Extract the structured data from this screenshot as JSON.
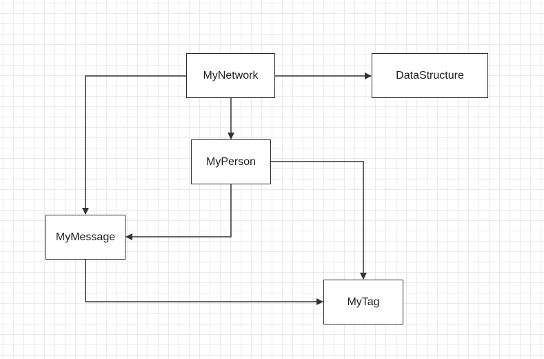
{
  "diagram": {
    "nodes": [
      {
        "id": "network",
        "label": "MyNetwork"
      },
      {
        "id": "datastructure",
        "label": "DataStructure"
      },
      {
        "id": "person",
        "label": "MyPerson"
      },
      {
        "id": "message",
        "label": "MyMessage"
      },
      {
        "id": "tag",
        "label": "MyTag"
      }
    ],
    "edges": [
      {
        "from": "network",
        "to": "datastructure"
      },
      {
        "from": "network",
        "to": "person"
      },
      {
        "from": "network",
        "to": "message"
      },
      {
        "from": "person",
        "to": "message"
      },
      {
        "from": "person",
        "to": "tag"
      },
      {
        "from": "message",
        "to": "tag"
      }
    ],
    "colors": {
      "line": "#333333",
      "border": "#2b2b2b",
      "grid": "#e9e9e9",
      "background": "#ffffff"
    }
  }
}
